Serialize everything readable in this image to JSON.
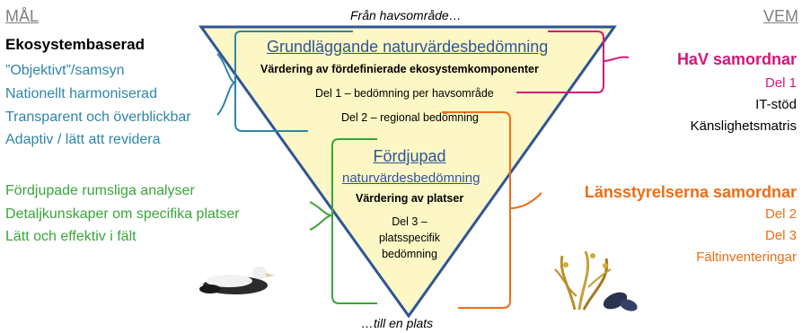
{
  "headers": {
    "left": "MÅL",
    "right": "VEM"
  },
  "left": {
    "title": "Ekosystembaserad",
    "goals": [
      "”Objektivt”/samsyn",
      "Nationellt harmoniserad",
      "Transparent och överblickbar",
      "Adaptiv / lätt att revidera"
    ],
    "detail_goals": [
      "Fördjupade rumsliga analyser",
      "Detaljkunskaper om specifika platser",
      "Lätt och effektiv i fält"
    ]
  },
  "triangle": {
    "top_caption": "Från havsområde…",
    "bottom_caption": "…till en plats",
    "basic": {
      "title": "Grundläggande naturvärdesbedömning",
      "subtitle": "Värdering av fördefinierade ekosystemkomponenter",
      "part1": "Del 1 – bedömning per havsområde",
      "part2": "Del 2 – regional bedömning"
    },
    "detailed": {
      "title_line1": "Fördjupad",
      "title_line2": "naturvärdesbedömning",
      "subtitle": "Värdering av platser",
      "part3_line1": "Del 3 –",
      "part3_line2": "platsspecifik",
      "part3_line3": "bedömning"
    }
  },
  "right": {
    "hav_title": "HaV samordnar",
    "hav_items": [
      "Del 1",
      "IT-stöd",
      "Känslighetsmatris"
    ],
    "lans_title": "Länsstyrelserna samordnar",
    "lans_items": [
      "Del 2",
      "Del 3",
      "Fältinventeringar"
    ]
  },
  "colors": {
    "triangle_fill": "#fcf7c4",
    "triangle_stroke": "#2f5597",
    "blue_bracket": "#2e86a8",
    "green_bracket": "#3aa53a",
    "magenta_bracket": "#d4167a",
    "orange_bracket": "#ed6d15"
  },
  "icons": [
    "eider-duck-icon",
    "seaweed-mussel-icon"
  ]
}
